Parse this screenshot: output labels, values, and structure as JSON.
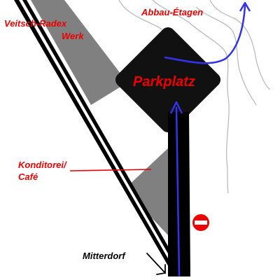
{
  "map": {
    "labels": {
      "werk_line1": "Veitsch-Radex",
      "werk_line2": "Werk",
      "abbau": "Abbau-Étagen",
      "parkplatz": "Parkplatz",
      "konditorei_line1": "Konditorei/",
      "konditorei_line2": "Café",
      "mitterdorf": "Mitterdorf"
    },
    "colors": {
      "road": "#000000",
      "building": "#808080",
      "parking": "#111111",
      "route": "#3333ee",
      "terrain": "#bbbbbb",
      "red_label": "#ee0000",
      "dark_label": "#000000",
      "no_entry": "#ee0000"
    },
    "icons": [
      "no-entry-sign-icon",
      "direction-arrow-icon"
    ]
  }
}
